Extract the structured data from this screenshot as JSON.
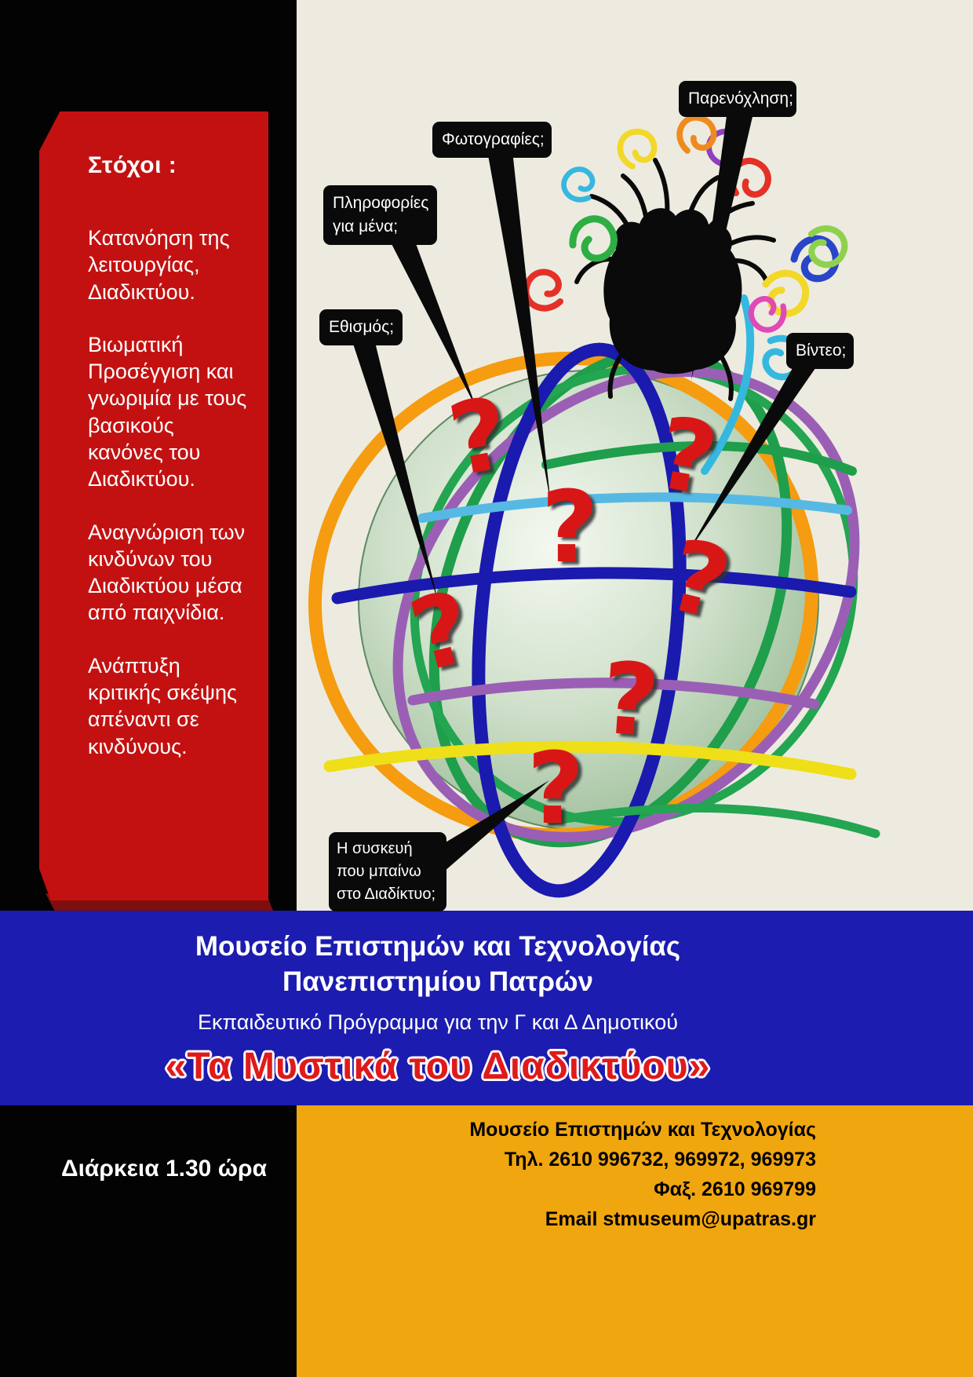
{
  "goals": {
    "title": "Στόχοι :",
    "items": [
      "Κατανόηση της λειτουργίας, Διαδικτύου.",
      "Βιωματική Προσέγγιση και γνωριμία με τους βασικούς κανόνες του Διαδικτύου.",
      "Αναγνώριση των  κινδύνων του Διαδικτύου μέσα από παιχνίδια.",
      "Ανάπτυξη κριτικής σκέψης απέναντι σε κινδύνους."
    ]
  },
  "callouts": {
    "harassment": "Παρενόχληση;",
    "photos": "Φωτογραφίες;",
    "info_about_me": "Πληροφορίες για μένα;",
    "addiction": "Εθισμός;",
    "video": "Βίντεο;",
    "device": "Η συσκευή που μπαίνω  στο Διαδίκτυο;"
  },
  "illustration": {
    "qmark": "?"
  },
  "blue_band": {
    "museum_line1": "Μουσείο  Επιστημών και Τεχνολογίας",
    "museum_line2": "Πανεπιστημίου Πατρών",
    "program": "Εκπαιδευτικό Πρόγραμμα για την Γ και Δ Δημοτικού",
    "title": "«Τα Μυστικά του Διαδικτύου»"
  },
  "footer": {
    "duration": "Διάρκεια  1.30 ώρα",
    "contact": {
      "name": "Μουσείο Επιστημών και Τεχνολογίας",
      "tel": "Τηλ. 2610 996732, 969972, 969973",
      "fax": "Φαξ. 2610 969799",
      "email": "Email stmuseum@upatras.gr"
    }
  },
  "colors": {
    "left_column": "#030303",
    "goals_panel": "#c31111",
    "background": "#edebe0",
    "blue_band": "#1c1cb0",
    "orange_block": "#f0a60e",
    "title_red": "#e01a1a",
    "question_mark_red": "#d91616"
  }
}
